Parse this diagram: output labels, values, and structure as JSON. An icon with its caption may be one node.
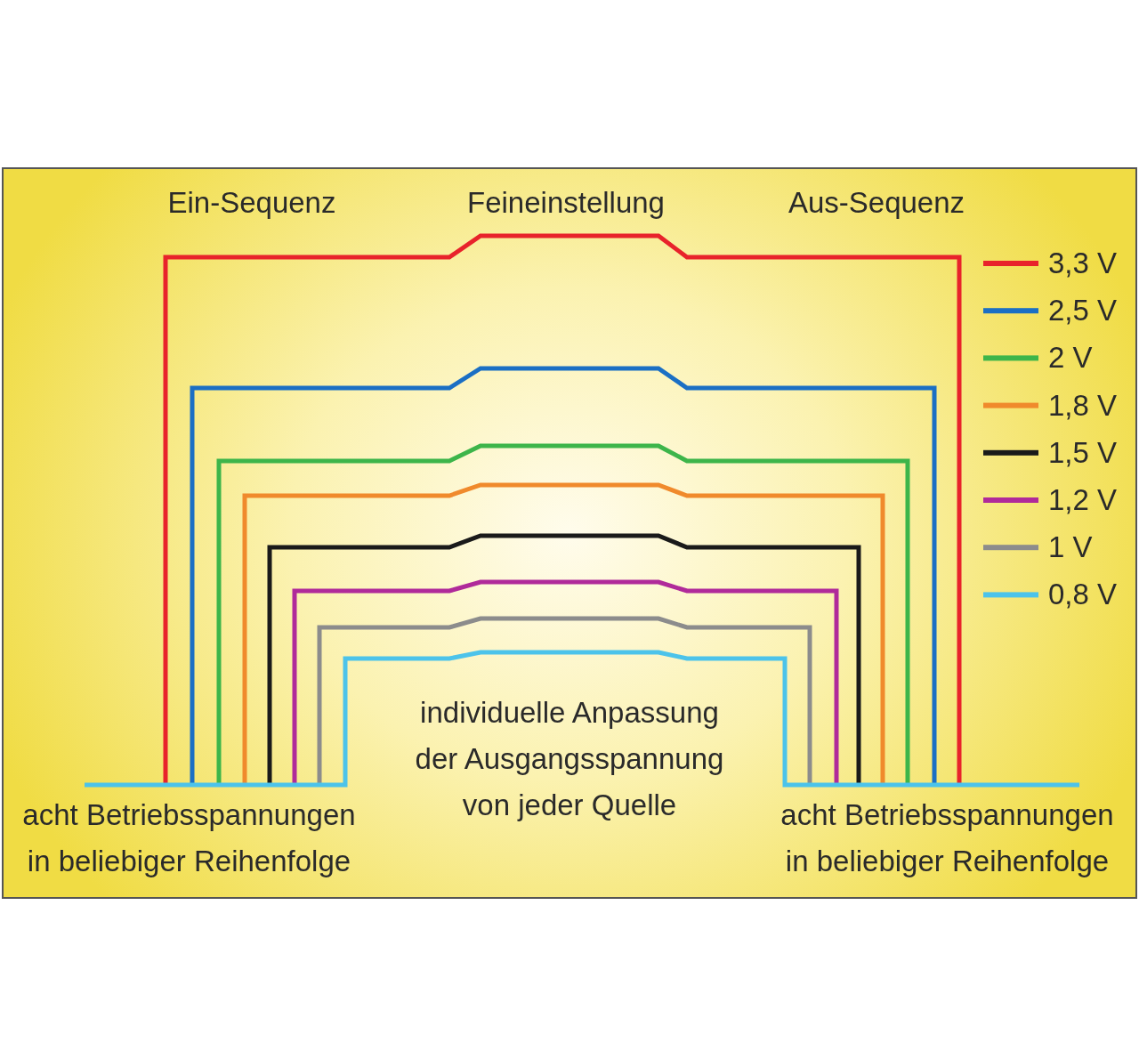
{
  "diagram": {
    "labels": [
      "Ein-Sequenz",
      "Feineinstellung",
      "Aus-Sequenz",
      "individuelle Anpassung der Ausgangsspannung von jeder Quelle",
      "acht Betriebsspannungen in beliebiger Reihenfolge",
      "acht Betriebsspannungen in beliebiger Reihenfolge"
    ],
    "legend": [
      {
        "text": "3,3 V",
        "color": "#e8232b"
      },
      {
        "text": "2,5 V",
        "color": "#1b6fc4"
      },
      {
        "text": "2 V",
        "color": "#3db54a"
      },
      {
        "text": "1,8 V",
        "color": "#f08a2c"
      },
      {
        "text": "1,5 V",
        "color": "#1a1a1a"
      },
      {
        "text": "1,2 V",
        "color": "#b02a9a"
      },
      {
        "text": "1 V",
        "color": "#8c8c8c"
      },
      {
        "text": "0,8 V",
        "color": "#4cc3ea"
      }
    ]
  }
}
